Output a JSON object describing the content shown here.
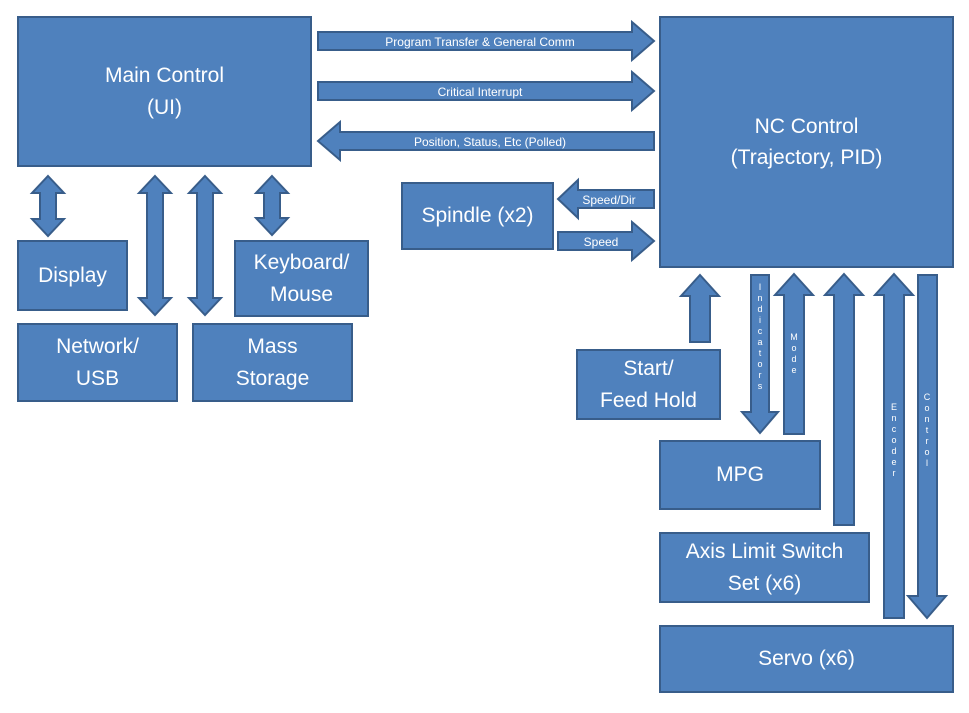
{
  "blocks": {
    "main_control": "Main Control\n(UI)",
    "nc_control": "NC Control\n(Trajectory, PID)",
    "display": "Display",
    "keyboard_mouse": "Keyboard/\nMouse",
    "network_usb": "Network/\nUSB",
    "mass_storage": "Mass\nStorage",
    "spindle": "Spindle (x2)",
    "start_feed_hold": "Start/\nFeed Hold",
    "mpg": "MPG",
    "axis_limit": "Axis Limit Switch\nSet (x6)",
    "servo": "Servo (x6)"
  },
  "links": {
    "program_transfer": "Program Transfer & General Comm",
    "critical_interrupt": "Critical Interrupt",
    "position_status": "Position, Status, Etc (Polled)",
    "speed_dir": "Speed/Dir",
    "speed": "Speed",
    "indicators": "Indicators",
    "mode": "Mode",
    "encoder": "Encoder",
    "control": "Control"
  },
  "colors": {
    "fill": "#4f81bd",
    "border": "#385d8a",
    "text": "#ffffff"
  }
}
